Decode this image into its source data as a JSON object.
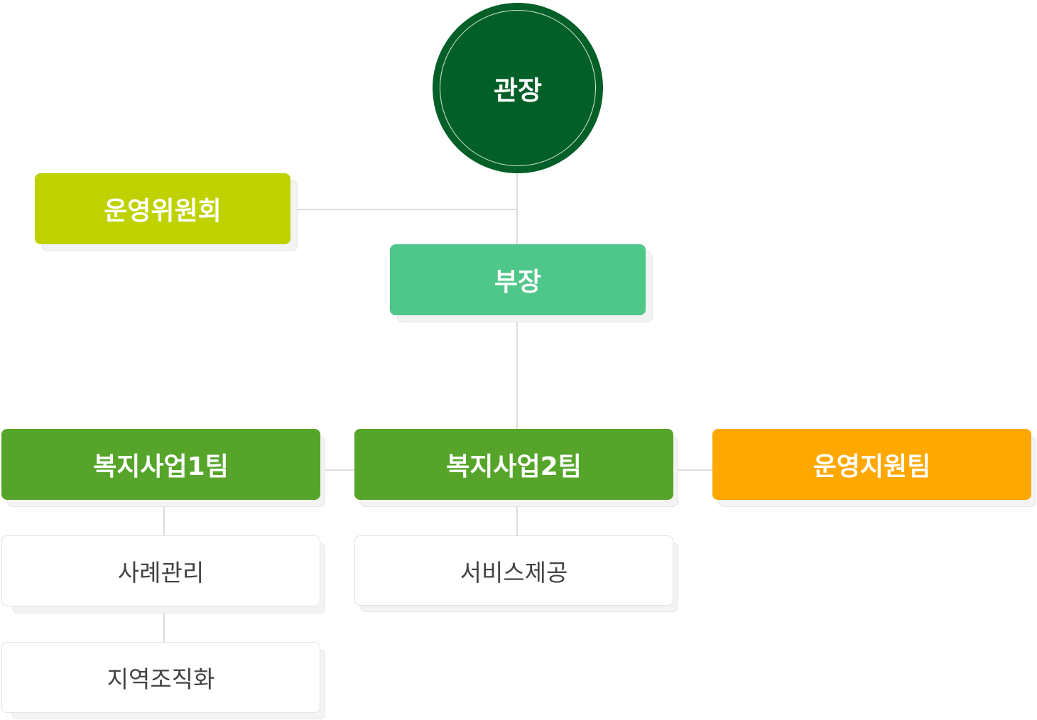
{
  "org_chart": {
    "director": "관장",
    "committee": "운영위원회",
    "manager": "부장",
    "teams": [
      {
        "label": "복지사업1팀",
        "units": [
          "사례관리",
          "지역조직화"
        ]
      },
      {
        "label": "복지사업2팀",
        "units": [
          "서비스제공"
        ]
      },
      {
        "label": "운영지원팀",
        "units": []
      }
    ]
  },
  "colors": {
    "director": "#035f28",
    "committee": "#bfd200",
    "manager": "#4fc68a",
    "welfare_team": "#56a52a",
    "support_team": "#fea800",
    "line": "#dcdcdc",
    "sub_text": "#444444"
  }
}
